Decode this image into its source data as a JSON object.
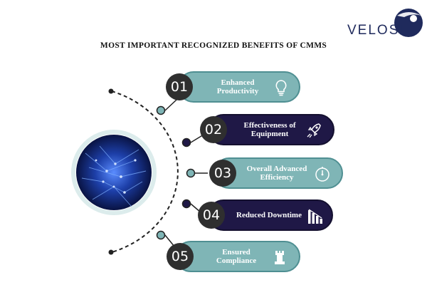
{
  "brand": {
    "logo_text": "VELOSI"
  },
  "title": "MOST IMPORTANT RECOGNIZED BENEFITS OF CMMS",
  "benefits": [
    {
      "number": "01",
      "label": "Enhanced Productivity",
      "icon": "lightbulb-icon"
    },
    {
      "number": "02",
      "label": "Effectiveness of Equipment",
      "icon": "rocket-icon"
    },
    {
      "number": "03",
      "label": "Overall Advanced Efficiency",
      "icon": "gauge-icon"
    },
    {
      "number": "04",
      "label": "Reduced Downtime",
      "icon": "declining-bar-chart-icon"
    },
    {
      "number": "05",
      "label": "Ensured Compliance",
      "icon": "rook-tower-icon"
    }
  ],
  "colors": {
    "teal": "#7fb5b6",
    "navy": "#1f1846",
    "number_circle": "#2f2f2f",
    "brand": "#1f2a5c"
  }
}
